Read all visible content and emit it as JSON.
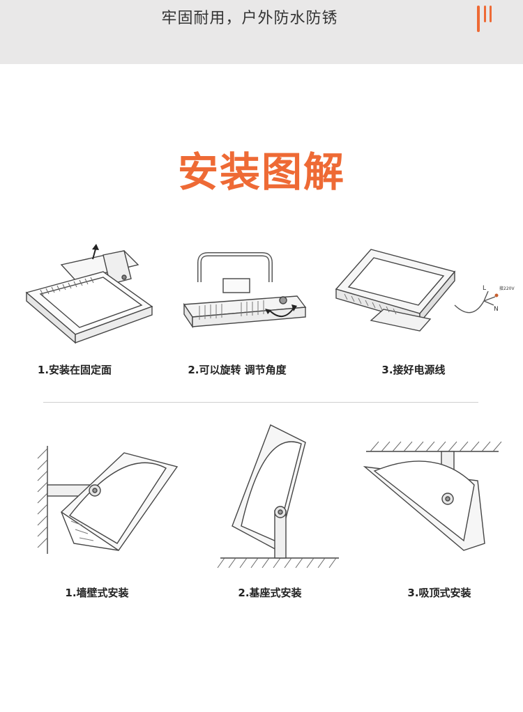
{
  "banner": {
    "text": "牢固耐用，户外防水防锈"
  },
  "section": {
    "title": "安装图解"
  },
  "steps": [
    {
      "label": "1.安装在固定面"
    },
    {
      "label": "2.可以旋转 调节角度"
    },
    {
      "label": "3.接好电源线"
    }
  ],
  "wiring": {
    "l": "L",
    "n": "N",
    "ground": "接220V"
  },
  "mounts": [
    {
      "label": "1.墙壁式安装"
    },
    {
      "label": "2.基座式安装"
    },
    {
      "label": "3.吸顶式安装"
    }
  ],
  "colors": {
    "accent": "#ee6a35",
    "banner_bg": "#e9e8e8"
  }
}
